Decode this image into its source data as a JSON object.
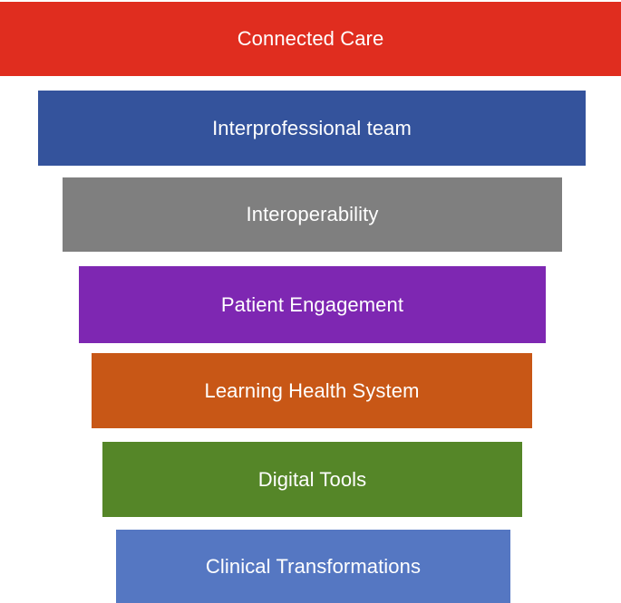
{
  "tiers": [
    {
      "label": "Connected Care",
      "color": "#e02d1f"
    },
    {
      "label": "Interprofessional team",
      "color": "#34539c"
    },
    {
      "label": "Interoperability",
      "color": "#7f7f7f"
    },
    {
      "label": "Patient Engagement",
      "color": "#7e27b2"
    },
    {
      "label": "Learning Health System",
      "color": "#c85716"
    },
    {
      "label": "Digital Tools",
      "color": "#558628"
    },
    {
      "label": "Clinical Transformations",
      "color": "#5577c2"
    }
  ]
}
